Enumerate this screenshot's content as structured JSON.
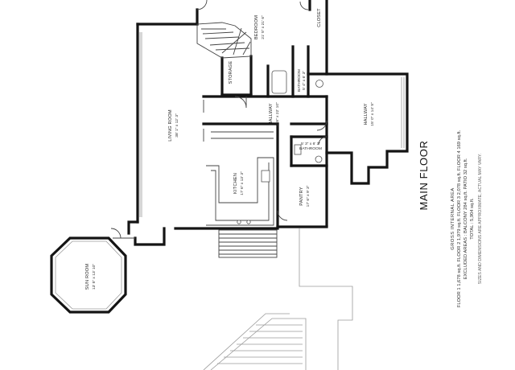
{
  "floor_title": "MAIN FLOOR",
  "area_summary": {
    "heading": "GROSS INTERNAL AREA",
    "line1": "FLOOR 1 1,678 sq.ft.  FLOOR 2 1,979 sq.ft.  FLOOR 3 2,078 sq.ft.  FLOOR 4 169 sq.ft.",
    "line2": "EXCLUDED AREAS : BALCONY 284 sq.ft.  PATIO 32 sq.ft.",
    "line3": "TOTAL : 5,904 sq.ft.",
    "disclaimer": "SIZES AND DIMENSIONS ARE APPROXIMATE, ACTUAL MAY VARY."
  },
  "rooms": {
    "bedroom": {
      "name": "BEDROOM",
      "dims": "21' 5\" x 21' 6\""
    },
    "closet": {
      "name": "CLOSET"
    },
    "storage": {
      "name": "STORAGE"
    },
    "bathroom_upper": {
      "name": "BATHROOM",
      "dims": "5' 4\" x 6' 3\""
    },
    "hallway_center": {
      "name": "HALLWAY",
      "dims": "6' 8\" x 22' 10\""
    },
    "hallway_right": {
      "name": "HALLWAY",
      "dims": "15' 0\" x 14' 5\""
    },
    "living_room": {
      "name": "LIVING ROOM",
      "dims": "38' 1\" x 12' 3\""
    },
    "bathroom_lower": {
      "name": "BATHROOM",
      "dims": "5' 3\" x 6' 3\""
    },
    "kitchen": {
      "name": "KITCHEN",
      "dims": "17' 6\" x 13' 3\""
    },
    "pantry": {
      "name": "PANTRY",
      "dims": "17' 6\" x 9' 3\""
    },
    "sun_room": {
      "name": "SUN ROOM",
      "dims": "13' 5\" x 13' 10\""
    }
  }
}
